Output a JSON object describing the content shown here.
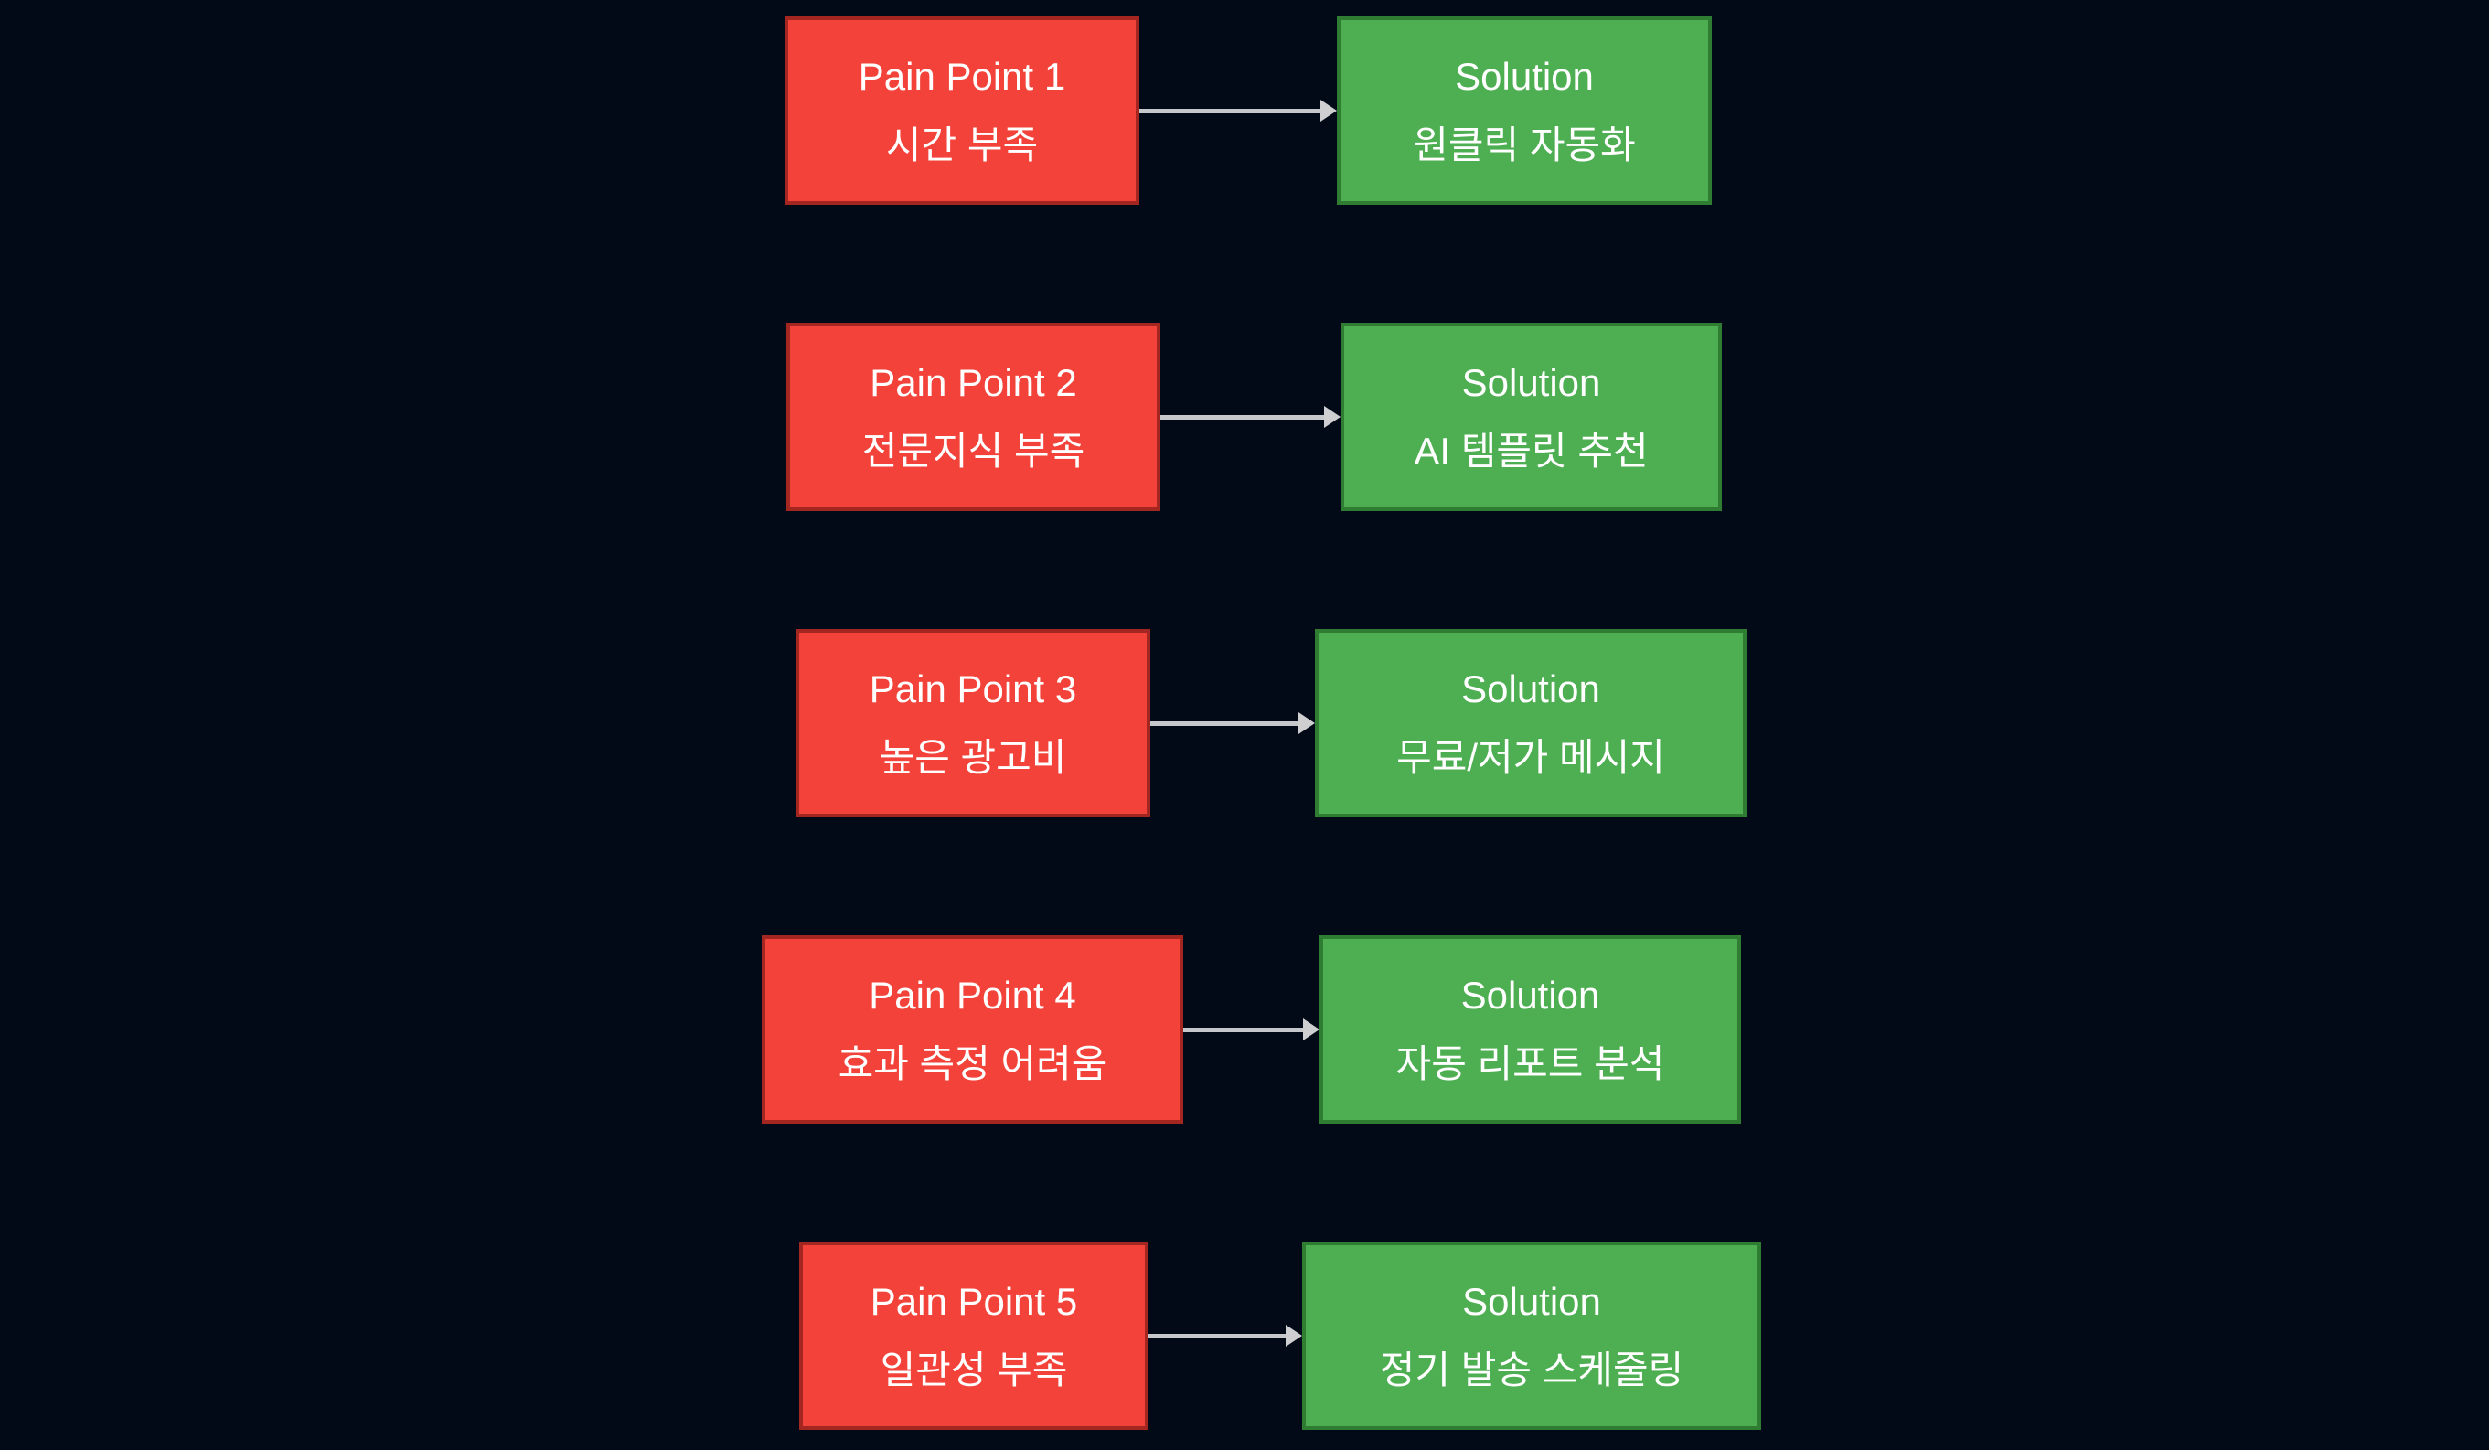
{
  "colors": {
    "background": "#030a17",
    "pain_fill": "#f2423a",
    "pain_border": "#a32620",
    "solution_fill": "#4dae52",
    "solution_border": "#2e7d32",
    "arrow": "#c6c7ca",
    "text": "#ffffff"
  },
  "rows": [
    {
      "pain": {
        "title": "Pain Point 1",
        "subtitle": "시간 부족"
      },
      "solution": {
        "title": "Solution",
        "subtitle": "원클릭 자동화"
      }
    },
    {
      "pain": {
        "title": "Pain Point 2",
        "subtitle": "전문지식 부족"
      },
      "solution": {
        "title": "Solution",
        "subtitle": "AI 템플릿 추천"
      }
    },
    {
      "pain": {
        "title": "Pain Point 3",
        "subtitle": "높은 광고비"
      },
      "solution": {
        "title": "Solution",
        "subtitle": "무료/저가 메시지"
      }
    },
    {
      "pain": {
        "title": "Pain Point 4",
        "subtitle": "효과 측정 어려움"
      },
      "solution": {
        "title": "Solution",
        "subtitle": "자동 리포트 분석"
      }
    },
    {
      "pain": {
        "title": "Pain Point 5",
        "subtitle": "일관성 부족"
      },
      "solution": {
        "title": "Solution",
        "subtitle": "정기 발송 스케줄링"
      }
    }
  ]
}
